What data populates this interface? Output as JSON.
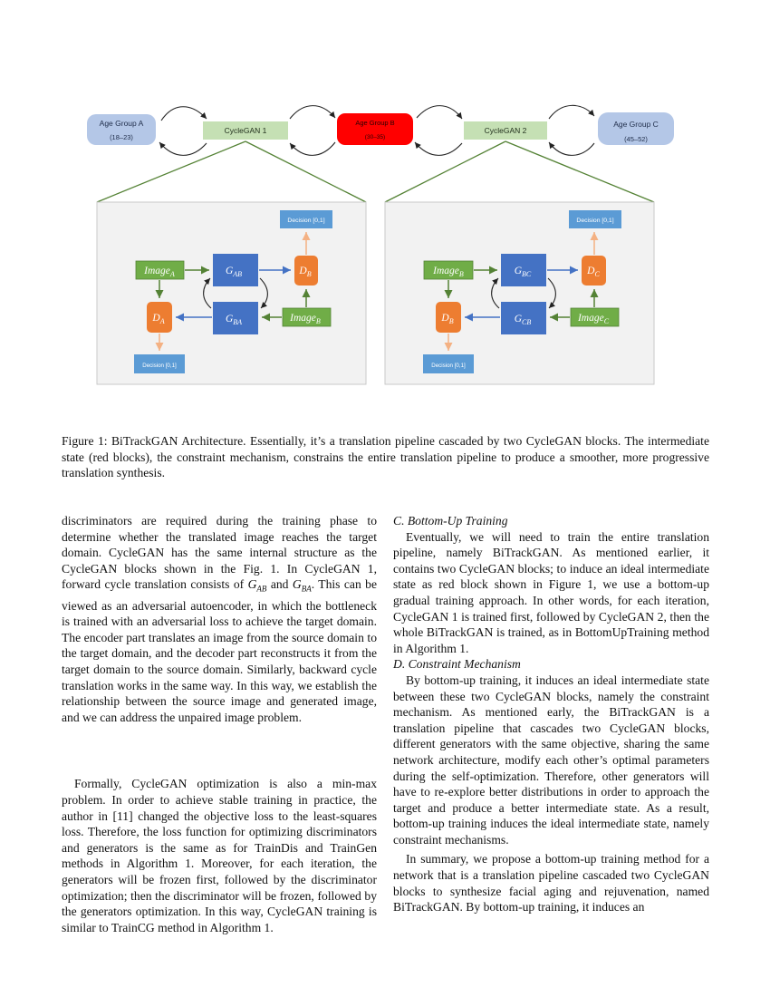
{
  "figure": {
    "age_group_a": {
      "title": "Age Group A",
      "range": "(18–23)"
    },
    "age_group_b": {
      "title": "Age Group B",
      "range": "(30–35)"
    },
    "age_group_c": {
      "title": "Age Group C",
      "range": "(45–52)"
    },
    "cyclegan_1": "CycleGAN 1",
    "cyclegan_2": "CycleGAN 2",
    "panel_1": {
      "decision_top": "Decision [0,1]",
      "decision_bottom": "Decision [0,1]",
      "image_a": {
        "base": "Image",
        "sub": "A"
      },
      "image_b": {
        "base": "Image",
        "sub": "B"
      },
      "g_top": {
        "base": "G",
        "sub": "AB"
      },
      "g_bottom": {
        "base": "G",
        "sub": "BA"
      },
      "d_right": {
        "base": "D",
        "sub": "B"
      },
      "d_left": {
        "base": "D",
        "sub": "A"
      }
    },
    "panel_2": {
      "decision_top": "Decision [0,1]",
      "decision_bottom": "Decision [0,1]",
      "image_a": {
        "base": "Image",
        "sub": "B"
      },
      "image_b": {
        "base": "Image",
        "sub": "C"
      },
      "g_top": {
        "base": "G",
        "sub": "BC"
      },
      "g_bottom": {
        "base": "G",
        "sub": "CB"
      },
      "d_right": {
        "base": "D",
        "sub": "C"
      },
      "d_left": {
        "base": "D",
        "sub": "B"
      }
    },
    "colors": {
      "age_box": "#b4c7e7",
      "age_box_red": "#ff0000",
      "cyclegan_box": "#c5e0b4",
      "panel_bg": "#f2f2f2",
      "green": "#70ad47",
      "blue": "#4472c4",
      "orange": "#ed7d31",
      "light_blue": "#5b9bd5",
      "outline_green": "#548235"
    }
  },
  "caption": "Figure 1: BiTrackGAN Architecture. Essentially, it’s a translation pipeline cascaded by two CycleGAN blocks. The intermediate state (red blocks), the constraint mechanism, constrains the entire translation pipeline to produce a smoother, more progressive translation synthesis.",
  "left_column": {
    "para1_a": "discriminators are required during the training phase to determine whether the translated image reaches the target domain. CycleGAN has the same internal structure as the CycleGAN blocks shown in the Fig. 1. In CycleGAN 1, forward cycle translation consists of ",
    "para1_gab": "G",
    "para1_gab_sub": "AB",
    "para1_and": " and ",
    "para1_gba": "G",
    "para1_gba_sub": "BA",
    "para1_b": ". This can be viewed as an adversarial autoencoder, in which the bottleneck is trained with an adversarial loss to achieve the target domain. The encoder part translates an image from the source domain to the target domain, and the decoder part reconstructs it from the target domain to the source domain. Similarly, backward cycle translation works in the same way. In this way, we establish the relationship between the source image and generated image, and we can address the unpaired image problem.",
    "para2": "Formally, CycleGAN optimization is also a min-max problem. In order to achieve stable training in practice, the author in [11] changed the objective loss to the least-squares loss. Therefore, the loss function for optimizing discriminators and generators is the same as for TrainDis and TrainGen methods in Algorithm 1. Moreover, for each iteration, the generators will be frozen first, followed by the discriminator optimization; then the discriminator will be frozen, followed by the generators optimization. In this way, CycleGAN training is similar to TrainCG method in Algorithm 1."
  },
  "right_column": {
    "section_c": "C.  Bottom-Up Training",
    "para_c": "Eventually, we will need to train the entire translation pipeline, namely BiTrackGAN. As mentioned earlier, it contains two CycleGAN blocks; to induce an ideal intermediate state as red block shown in Figure 1, we use a bottom-up gradual training approach. In other words, for each iteration, CycleGAN 1 is trained first, followed by CycleGAN 2, then the whole BiTrackGAN is trained, as in BottomUpTraining method in Algorithm 1.",
    "section_d": "D.  Constraint Mechanism",
    "para_d1": "By bottom-up training, it induces an ideal intermediate state between these two CycleGAN blocks, namely the constraint mechanism. As mentioned early, the BiTrackGAN is a translation pipeline that cascades two CycleGAN blocks, different generators with the same objective, sharing the same network architecture, modify each other’s optimal parameters during the self-optimization. Therefore, other generators will have to re-explore better distributions in order to approach the target and produce a better intermediate state. As a result, bottom-up training induces the ideal intermediate state, namely constraint mechanisms.",
    "para_d2": "In summary, we propose a bottom-up training method for a network that is a translation pipeline cascaded two CycleGAN blocks to synthesize facial aging and rejuvenation, named BiTrackGAN. By bottom-up training, it induces an"
  }
}
